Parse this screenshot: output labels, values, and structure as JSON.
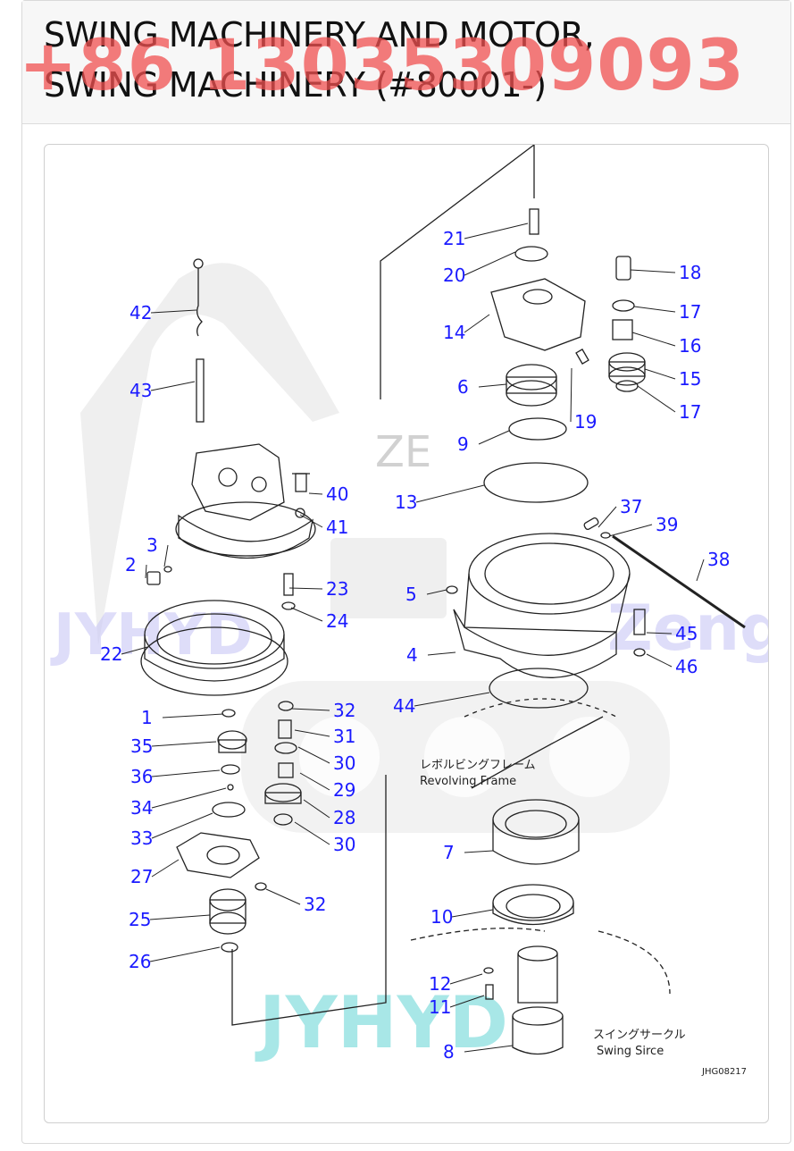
{
  "header": {
    "title_line1": "SWING MACHINERY AND MOTOR,",
    "title_line2": "SWING MACHINERY (#80001-)",
    "watermark_phone": "+86 13035309093"
  },
  "diagram": {
    "watermark_left": "JYHYD",
    "watermark_right": "Zeng",
    "watermark_bottom": "JYHYD",
    "watermark_logo": "ZE",
    "annotation_frame_jp": "レボルビングフレーム",
    "annotation_frame_en": "Revolving Frame",
    "annotation_circle_jp": "スイングサークル",
    "annotation_circle_en": "Swing Sirce",
    "drawing_code": "JHG08217",
    "callouts": [
      {
        "n": "42"
      },
      {
        "n": "43"
      },
      {
        "n": "2"
      },
      {
        "n": "3"
      },
      {
        "n": "40"
      },
      {
        "n": "41"
      },
      {
        "n": "23"
      },
      {
        "n": "24"
      },
      {
        "n": "22"
      },
      {
        "n": "1"
      },
      {
        "n": "35"
      },
      {
        "n": "36"
      },
      {
        "n": "34"
      },
      {
        "n": "33"
      },
      {
        "n": "27"
      },
      {
        "n": "25"
      },
      {
        "n": "26"
      },
      {
        "n": "32"
      },
      {
        "n": "31"
      },
      {
        "n": "30"
      },
      {
        "n": "29"
      },
      {
        "n": "28"
      },
      {
        "n": "30"
      },
      {
        "n": "32"
      },
      {
        "n": "21"
      },
      {
        "n": "20"
      },
      {
        "n": "14"
      },
      {
        "n": "6"
      },
      {
        "n": "9"
      },
      {
        "n": "13"
      },
      {
        "n": "5"
      },
      {
        "n": "4"
      },
      {
        "n": "44"
      },
      {
        "n": "18"
      },
      {
        "n": "17"
      },
      {
        "n": "16"
      },
      {
        "n": "15"
      },
      {
        "n": "17"
      },
      {
        "n": "19"
      },
      {
        "n": "37"
      },
      {
        "n": "39"
      },
      {
        "n": "38"
      },
      {
        "n": "45"
      },
      {
        "n": "46"
      },
      {
        "n": "7"
      },
      {
        "n": "10"
      },
      {
        "n": "12"
      },
      {
        "n": "11"
      },
      {
        "n": "8"
      }
    ]
  },
  "colors": {
    "callout_text": "#1a1aff",
    "phone_watermark": "#f05050",
    "line_art": "#222222"
  }
}
